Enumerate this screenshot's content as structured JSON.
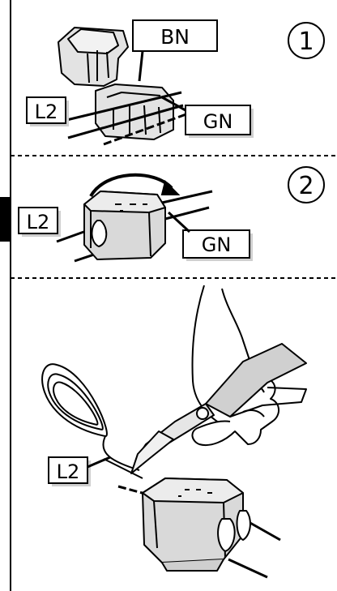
{
  "steps": [
    {
      "number": "1",
      "labels": {
        "top": "BN",
        "left": "L2",
        "right": "GN"
      }
    },
    {
      "number": "2",
      "labels": {
        "left": "L2",
        "right": "GN"
      }
    },
    {
      "number": "",
      "labels": {
        "left": "L2"
      }
    }
  ]
}
